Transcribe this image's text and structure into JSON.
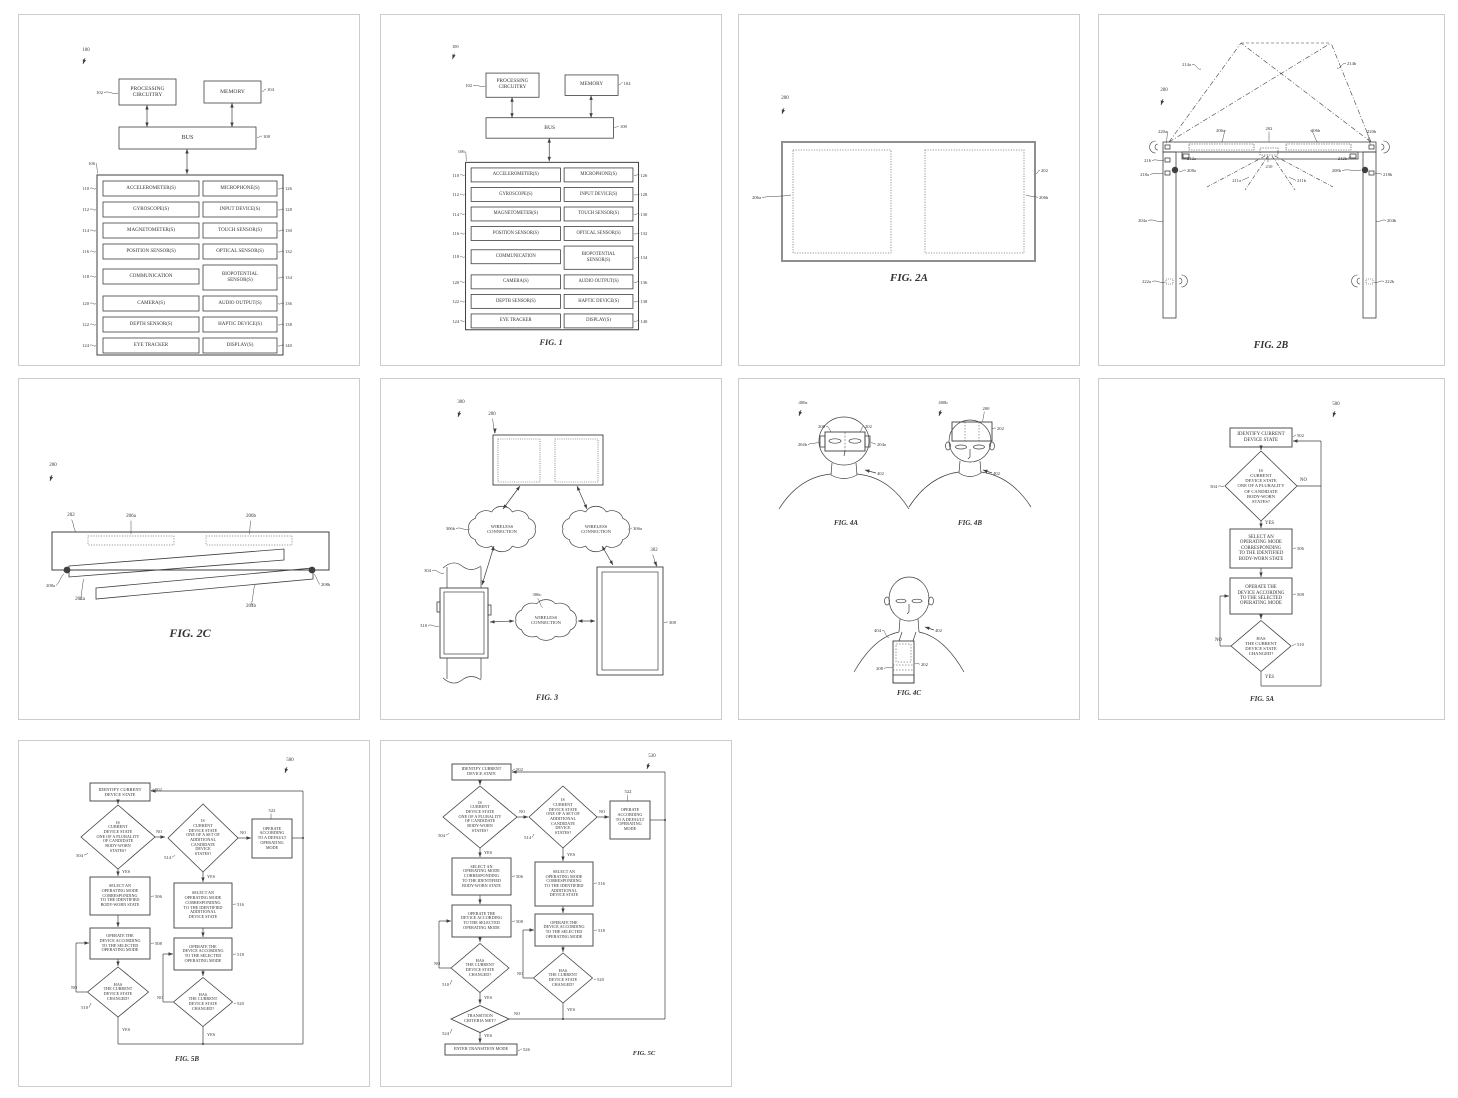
{
  "page": {
    "background": "#ffffff",
    "panel_border": "#cccccc",
    "ink": "#3f3f3f"
  },
  "flow": {
    "yes": "YES",
    "no": "NO"
  },
  "fig1": {
    "ref": "100",
    "processing": {
      "ref": "102",
      "label": "PROCESSING\nCIRCUITRY"
    },
    "memory": {
      "ref": "104",
      "label": "MEMORY"
    },
    "bus": {
      "ref": "108",
      "label": "BUS"
    },
    "sensors_ref": "106",
    "left": [
      {
        "ref": "110",
        "label": "ACCELEROMETER(S)"
      },
      {
        "ref": "112",
        "label": "GYROSCOPE(S)"
      },
      {
        "ref": "114",
        "label": "MAGNETOMETER(S)"
      },
      {
        "ref": "116",
        "label": "POSITION SENSOR(S)"
      },
      {
        "ref": "118",
        "label": "COMMUNICATION"
      },
      {
        "ref": "120",
        "label": "CAMERA(S)"
      },
      {
        "ref": "122",
        "label": "DEPTH SENSOR(S)"
      },
      {
        "ref": "124",
        "label": "EYE TRACKER"
      }
    ],
    "right": [
      {
        "ref": "126",
        "label": "MICROPHONE(S)"
      },
      {
        "ref": "128",
        "label": "INPUT DEVICE(S)"
      },
      {
        "ref": "130",
        "label": "TOUCH SENSOR(S)"
      },
      {
        "ref": "132",
        "label": "OPTICAL SENSOR(S)"
      },
      {
        "ref": "134",
        "label": "BIOPOTENTIAL\nSENSOR(S)"
      },
      {
        "ref": "136",
        "label": "AUDIO OUTPUT(S)"
      },
      {
        "ref": "138",
        "label": "HAPTIC DEVICE(S)"
      },
      {
        "ref": "140",
        "label": "DISPLAY(S)"
      }
    ],
    "caption": "FIG. 1"
  },
  "fig2a": {
    "labels": {
      "200": "200",
      "202": "202",
      "206a": "206a",
      "206b": "206b"
    },
    "caption": "FIG. 2A"
  },
  "fig2b": {
    "labels": {
      "200": "200",
      "202": "202",
      "204a": "204a",
      "204b": "204b",
      "206a": "206a",
      "206b": "206b",
      "208a": "208a",
      "208b": "208b",
      "210": "210",
      "211a": "211a",
      "211b": "211b",
      "212a": "212a",
      "212b": "212b",
      "214a": "214a",
      "214b": "214b",
      "216": "216",
      "218a": "218a",
      "218b": "218b",
      "220a": "220a",
      "220b": "220b",
      "222a": "222a",
      "222b": "222b"
    },
    "caption": "FIG. 2B"
  },
  "fig2c": {
    "labels": {
      "200": "200",
      "202": "202",
      "204a": "204a",
      "204b": "204b",
      "206a": "206a",
      "206b": "206b",
      "208a": "208a",
      "208b": "208b"
    },
    "caption": "FIG. 2C"
  },
  "fig3": {
    "cloud_label": "WIRELESS\nCONNECTION",
    "labels": {
      "300": "300",
      "200": "200",
      "302": "302",
      "304": "304",
      "306a": "306a",
      "306b": "306b",
      "306c": "306c",
      "308": "308",
      "310": "310"
    },
    "caption": "FIG. 3"
  },
  "fig4": {
    "a": {
      "labels": {
        "400a": "400a",
        "200": "200",
        "202": "202",
        "204b": "204b",
        "204a": "204a",
        "402": "402"
      },
      "caption": "FIG. 4A"
    },
    "b": {
      "labels": {
        "400b": "400b",
        "200": "200",
        "202": "202",
        "402": "402"
      },
      "caption": "FIG. 4B"
    },
    "c": {
      "labels": {
        "404": "404",
        "402": "402",
        "208": "208",
        "202": "202"
      },
      "caption": "FIG. 4C"
    }
  },
  "fig5a": {
    "ref": "500",
    "caption": "FIG. 5A",
    "nodes": {
      "identify": {
        "ref": "502",
        "text": "IDENTIFY CURRENT\nDEVICE STATE"
      },
      "is_body": {
        "ref": "504",
        "text": "IS\nCURRENT\nDEVICE STATE\nONE OF A PLURALITY\nOF CANDIDATE\nBODY-WORN\nSTATES?"
      },
      "select": {
        "ref": "506",
        "text": "SELECT AN\nOPERATING MODE\nCORRESPONDING\nTO THE IDENTIFIED\nBODY-WORN STATE"
      },
      "operate": {
        "ref": "508",
        "text": "OPERATE THE\nDEVICE ACCORDING\nTO THE SELECTED\nOPERATING MODE"
      },
      "changed": {
        "ref": "510",
        "text": "HAS\nTHE CURRENT\nDEVICE STATE\nCHANGED?"
      }
    }
  },
  "fig5b": {
    "ref": "500",
    "caption": "FIG. 5B",
    "nodes": {
      "identify": {
        "ref": "502",
        "text": "IDENTIFY CURRENT\nDEVICE STATE"
      },
      "is_body": {
        "ref": "504",
        "text": "IS\nCURRENT\nDEVICE STATE\nONE OF A PLURALITY\nOF CANDIDATE\nBODY-WORN\nSTATES?"
      },
      "is_add": {
        "ref": "514",
        "text": "IS\nCURRENT\nDEVICE STATE\nONE OF A SET OF\nADDITIONAL\nCANDIDATE\nDEVICE\nSTATES?"
      },
      "default": {
        "ref": "522",
        "text": "OPERATE\nACCORDING\nTO A DEFAULT\nOPERATING\nMODE"
      },
      "select_body": {
        "ref": "506",
        "text": "SELECT AN\nOPERATING MODE\nCORRESPONDING\nTO THE IDENTIFIED\nBODY-WORN STATE"
      },
      "select_add": {
        "ref": "516",
        "text": "SELECT AN\nOPERATING MODE\nCORRESPONDING\nTO THE IDENTIFIED\nADDITIONAL\nDEVICE STATE"
      },
      "operate": {
        "ref": "508",
        "text": "OPERATE THE\nDEVICE ACCORDING\nTO THE SELECTED\nOPERATING MODE"
      },
      "operate2": {
        "ref": "518",
        "text": "OPERATE THE\nDEVICE ACCORDING\nTO THE SELECTED\nOPERATING MODE"
      },
      "changed": {
        "ref": "510",
        "text": "HAS\nTHE CURRENT\nDEVICE STATE\nCHANGED?"
      },
      "changed2": {
        "ref": "520",
        "text": "HAS\nTHE CURRENT\nDEVICE STATE\nCHANGED?"
      }
    }
  },
  "fig5c": {
    "ref": "530",
    "caption": "FIG. 5C",
    "nodes": {
      "identify": {
        "ref": "502",
        "text": "IDENTIFY CURRENT\nDEVICE STATE"
      },
      "is_body": {
        "ref": "504",
        "text": "IS\nCURRENT\nDEVICE STATE\nONE OF A PLURALITY\nOF CANDIDATE\nBODY-WORN\nSTATES?"
      },
      "is_add": {
        "ref": "514",
        "text": "IS\nCURRENT\nDEVICE STATE\nONE OF A SET OF\nADDITIONAL\nCANDIDATE\nDEVICE\nSTATES?"
      },
      "default": {
        "ref": "522",
        "text": "OPERATE\nACCORDING\nTO A DEFAULT\nOPERATING\nMODE"
      },
      "select_body": {
        "ref": "506",
        "text": "SELECT AN\nOPERATING MODE\nCORRESPONDING\nTO THE IDENTIFIED\nBODY-WORN STATE"
      },
      "select_add": {
        "ref": "516",
        "text": "SELECT AN\nOPERATING MODE\nCORRESPONDING\nTO THE IDENTIFIED\nADDITIONAL\nDEVICE STATE"
      },
      "operate": {
        "ref": "508",
        "text": "OPERATE THE\nDEVICE ACCORDING\nTO THE SELECTED\nOPERATING MODE"
      },
      "operate2": {
        "ref": "518",
        "text": "OPERATE THE\nDEVICE ACCORDING\nTO THE SELECTED\nOPERATING MODE"
      },
      "changed": {
        "ref": "510",
        "text": "HAS\nTHE CURRENT\nDEVICE STATE\nCHANGED?"
      },
      "changed2": {
        "ref": "520",
        "text": "HAS\nTHE CURRENT\nDEVICE STATE\nCHANGED?"
      },
      "transition": {
        "ref": "524",
        "text": "TRANSITION\nCRITERIA MET?"
      },
      "enter": {
        "ref": "526",
        "text": "ENTER TRANSITION MODE"
      }
    }
  }
}
